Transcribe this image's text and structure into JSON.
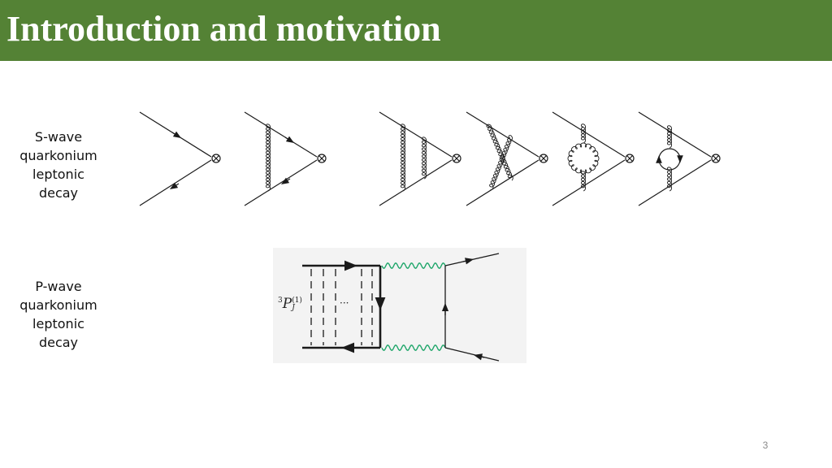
{
  "header": {
    "title": "Introduction and motivation",
    "color": "#548235"
  },
  "rows": [
    {
      "label_lines": [
        "S-wave",
        "quarkonium",
        "leptonic",
        "decay"
      ]
    },
    {
      "label_lines": [
        "P-wave",
        "quarkonium",
        "leptonic",
        "decay"
      ]
    }
  ],
  "pwave": {
    "state_prefix": "3",
    "state_letter": "P",
    "state_sub": "J",
    "state_sup": "(1)",
    "ellipsis": "···"
  },
  "colors": {
    "fermion": "#1a1a1a",
    "photon": "#1fa66a"
  },
  "footer": {
    "page_number": "3"
  }
}
